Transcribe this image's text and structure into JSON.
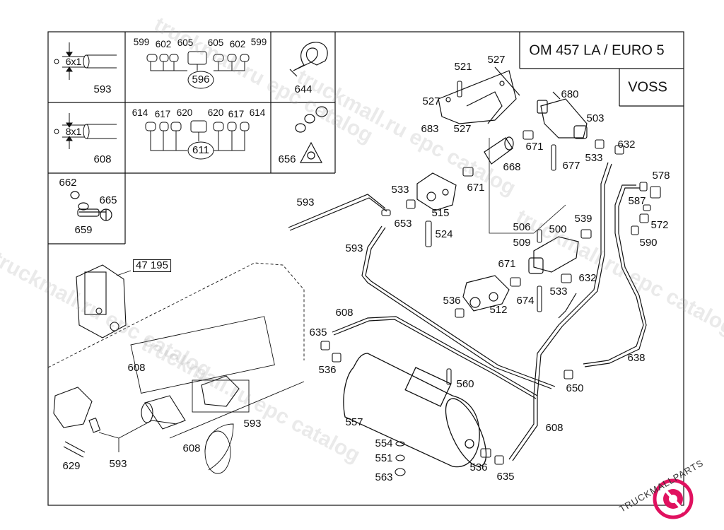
{
  "header": {
    "engine_model": "OM 457 LA / EURO 5",
    "manufacturer": "VOSS"
  },
  "inset_panels": {
    "pipe_593": {
      "dimension": "6x1",
      "part": "593"
    },
    "pipe_608": {
      "dimension": "8x1",
      "part": "608"
    },
    "kit_596": {
      "parts": [
        "599",
        "602",
        "605",
        "605",
        "602",
        "599"
      ],
      "kit": "596"
    },
    "kit_611": {
      "parts": [
        "614",
        "617",
        "620",
        "620",
        "617",
        "614"
      ],
      "kit": "611"
    },
    "clamp": {
      "part": "644"
    },
    "rings": {
      "part": "656"
    },
    "bolt_group": {
      "parts": [
        "662",
        "665",
        "659"
      ]
    }
  },
  "parts": {
    "p521": "521",
    "p527a": "527",
    "p527b": "527",
    "p527c": "527",
    "p680": "680",
    "p683": "683",
    "p503": "503",
    "p671a": "671",
    "p668": "668",
    "p533a": "533",
    "p677": "677",
    "p632a": "632",
    "p578": "578",
    "p587": "587",
    "p572": "572",
    "p590": "590",
    "p533b": "533",
    "p671b": "671",
    "p515": "515",
    "p653": "653",
    "p524": "524",
    "p593a": "593",
    "p593b": "593",
    "p506": "506",
    "p500": "500",
    "p539": "539",
    "p509": "509",
    "p671c": "671",
    "p632b": "632",
    "p533c": "533",
    "p536a": "536",
    "p512": "512",
    "p674": "674",
    "p608a": "608",
    "p635a": "635",
    "p536b": "536",
    "p638": "638",
    "p650": "650",
    "p560": "560",
    "p557": "557",
    "p554": "554",
    "p551": "551",
    "p563": "563",
    "p608b": "608",
    "p536c": "536",
    "p635b": "635",
    "p47195": "47 195",
    "p608c": "608",
    "p593c": "593",
    "p608d": "608",
    "p629": "629",
    "p593d": "593"
  },
  "watermark": {
    "text1": "truckmall.ru epc catalog",
    "text2": "truckmall.ru epc catalog",
    "text3": "truckmall.ru epc catalog",
    "text4": "truckmall.ru epc catalog",
    "text5": "truckmall.ru epc catalog",
    "logo_text": "TRUCKMALLPARTS",
    "logo_color": "#e0115f"
  }
}
